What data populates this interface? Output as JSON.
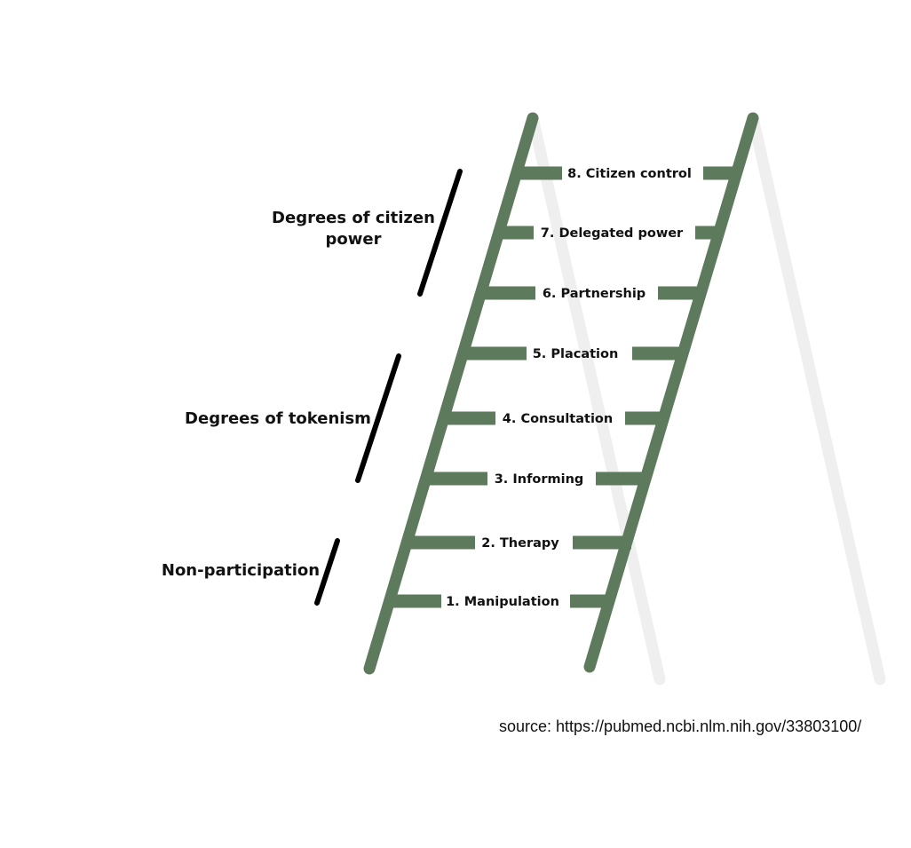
{
  "colors": {
    "ladder": "#5e7a5c",
    "shadow": "#efefef",
    "bracket": "#000000",
    "text": "#111111"
  },
  "rungs": [
    {
      "label": "8. Citizen control"
    },
    {
      "label": "7. Delegated power"
    },
    {
      "label": "6. Partnership"
    },
    {
      "label": "5. Placation"
    },
    {
      "label": "4. Consultation"
    },
    {
      "label": "3. Informing"
    },
    {
      "label": "2. Therapy"
    },
    {
      "label": "1. Manipulation"
    }
  ],
  "groups": [
    {
      "lines": [
        "Degrees of citizen",
        "power"
      ]
    },
    {
      "lines": [
        "Degrees of tokenism"
      ]
    },
    {
      "lines": [
        "Non-participation"
      ]
    }
  ],
  "source": "source: https://pubmed.ncbi.nlm.nih.gov/33803100/"
}
